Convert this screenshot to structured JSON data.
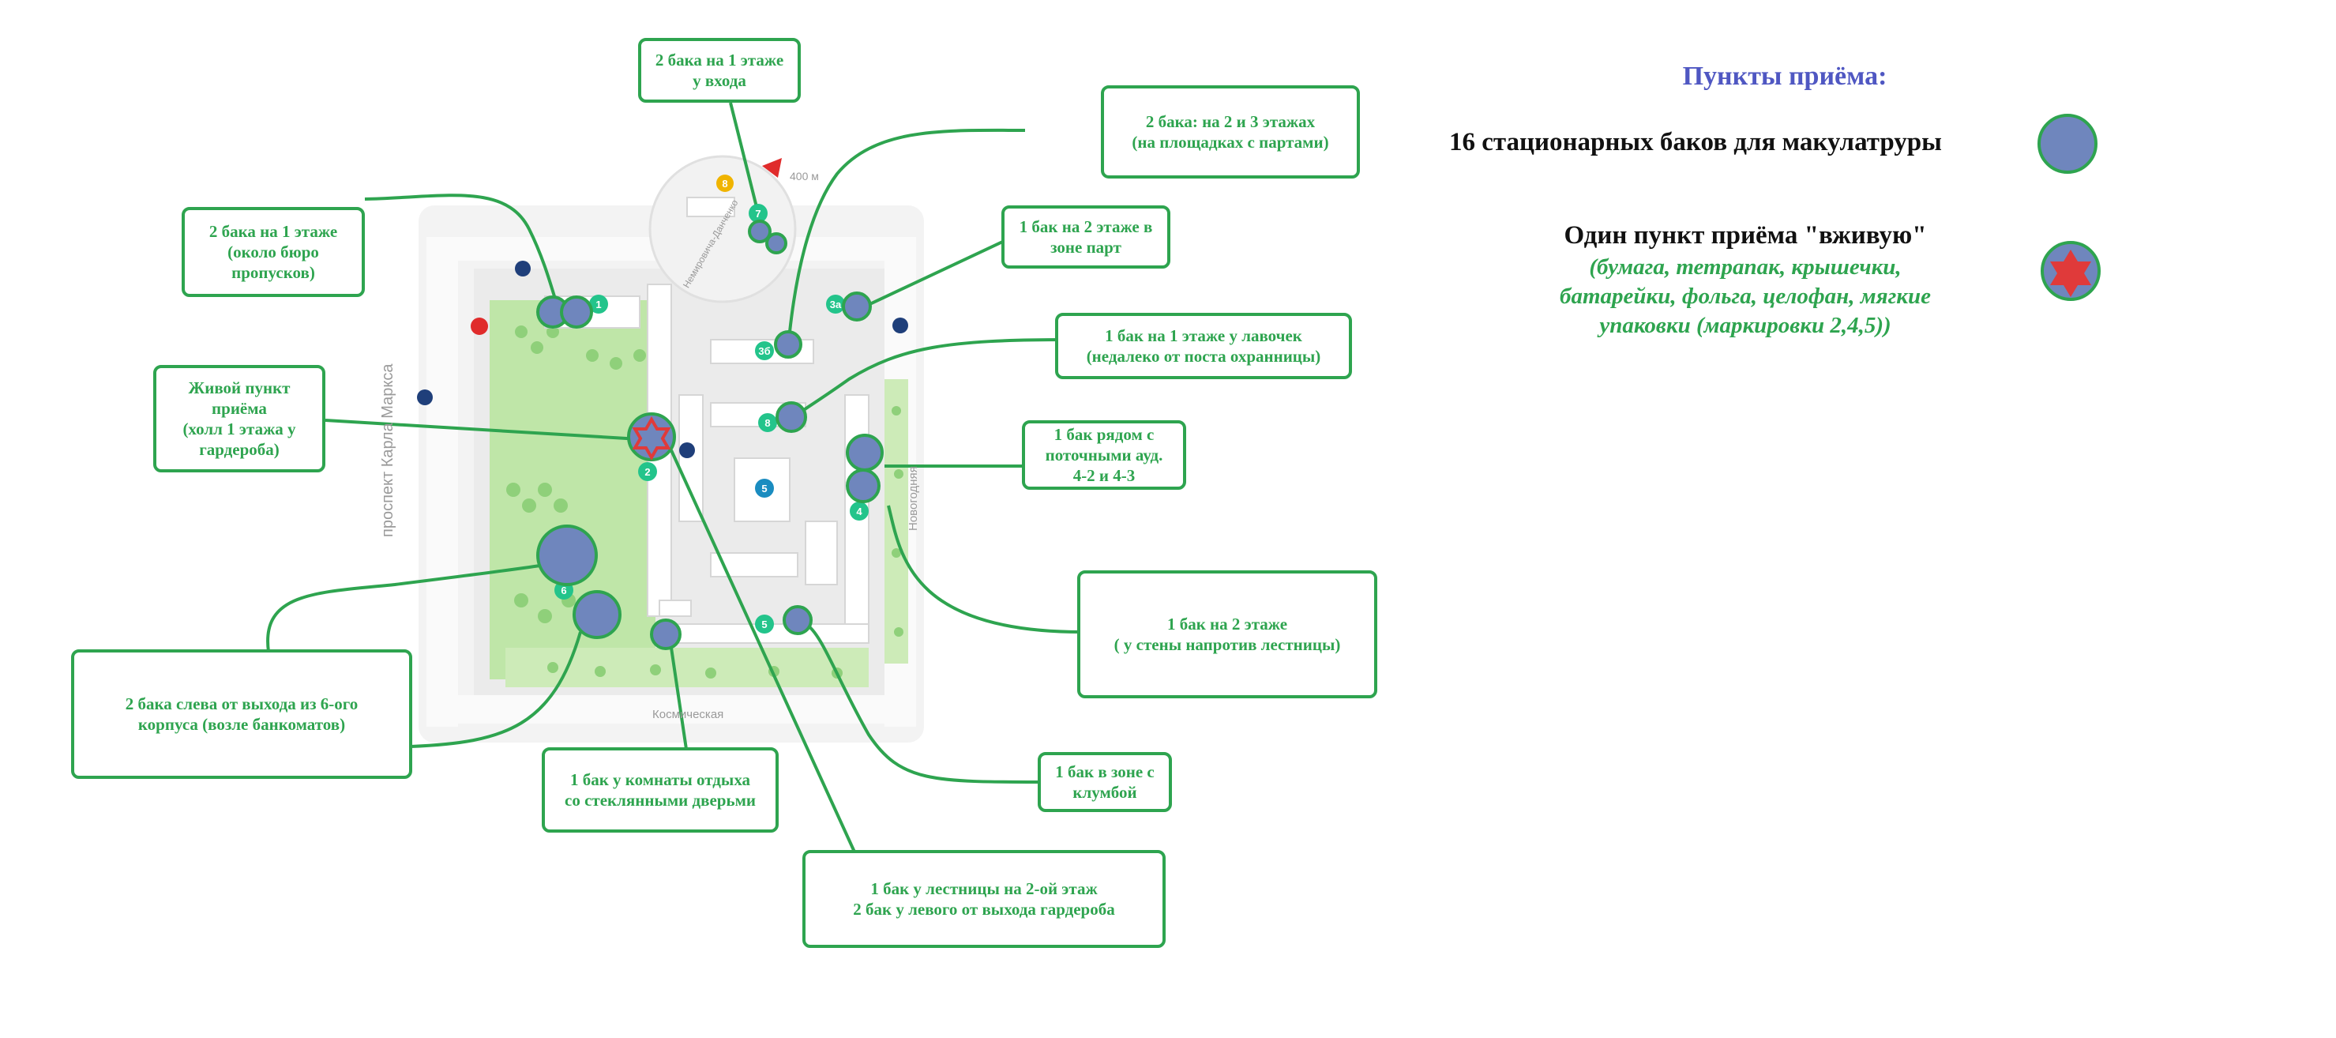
{
  "legend": {
    "title": "Пункты приёма:",
    "bins_label": "16 стационарных баков для макулатруры",
    "live_title": "Один пункт приёма \"вживую\"",
    "live_items": "(бумага, тетрапак, крышечки,\nбатарейки, фольга, целофан, мягкие\nупаковки (маркировки 2,4,5))",
    "colors": {
      "bin_fill": "#6f86bd",
      "bin_stroke": "#2ea44f",
      "star_fill": "#e03a3a",
      "accent_title": "#4f57c2",
      "callout_green": "#2ea44f"
    }
  },
  "callouts": {
    "c1": "2 бака на 1 этаже\nу входа",
    "c2": "2 бака: на 2 и 3 этажах\n(на площадках с партами)",
    "c3": "2 бака на 1 этаже\n(около бюро\nпропусков)",
    "c4": "1 бак на 2 этаже в\nзоне парт",
    "c5": "1 бак на 1 этаже у лавочек\n(недалеко от поста охранницы)",
    "c6": "Живой пункт\nприёма\n(холл 1 этажа у\nгардероба)",
    "c7": "1 бак рядом с\nпоточными ауд.\n4-2 и 4-3",
    "c8": "1 бак на 2 этаже\n( у стены напротив лестницы)",
    "c9": "2 бака слева от выхода из 6-ого\nкорпуса (возле банкоматов)",
    "c10": "1 бак у комнаты отдыха\nсо стеклянными дверьми",
    "c11": "1 бак в зоне с\nклумбой",
    "c12": "1 бак у лестницы на 2-ой этаж\n2 бак у левого от выхода гардероба"
  },
  "map": {
    "street_left": "проспект Карла Маркса",
    "street_bottom": "Космическая",
    "street_right": "Новогодняя",
    "street_top_small": "Немировича-Данченко",
    "scale_label": "400 м",
    "building_numbers": [
      "1",
      "2",
      "3а",
      "3б",
      "4",
      "5",
      "5",
      "6",
      "7",
      "8",
      "8"
    ]
  }
}
